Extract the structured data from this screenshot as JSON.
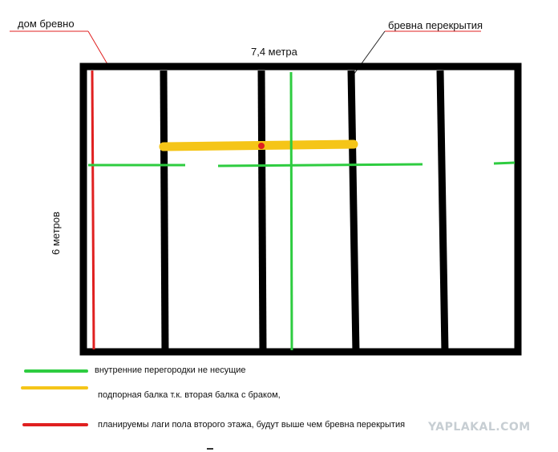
{
  "labels": {
    "house_log": "дом бревно",
    "floor_logs": "бревна перекрытия",
    "width": "7,4 метра",
    "height": "6 метров"
  },
  "legend": [
    {
      "color": "#2ecc40",
      "text": "внутренние перегородки   не несущие"
    },
    {
      "color": "#f5c518",
      "text": "подпорная балка т.к. вторая балка с браком,"
    },
    {
      "color": "#e02020",
      "text": "планируемы лаги пола второго этажа, будут выше чем бревна перекрытия"
    }
  ],
  "watermark": "YAPLAKAL.COM",
  "colors": {
    "wall": "#000000",
    "partition": "#2ecc40",
    "support_beam": "#f5c518",
    "planned_joist": "#e02020",
    "pointer": "#e02020"
  }
}
